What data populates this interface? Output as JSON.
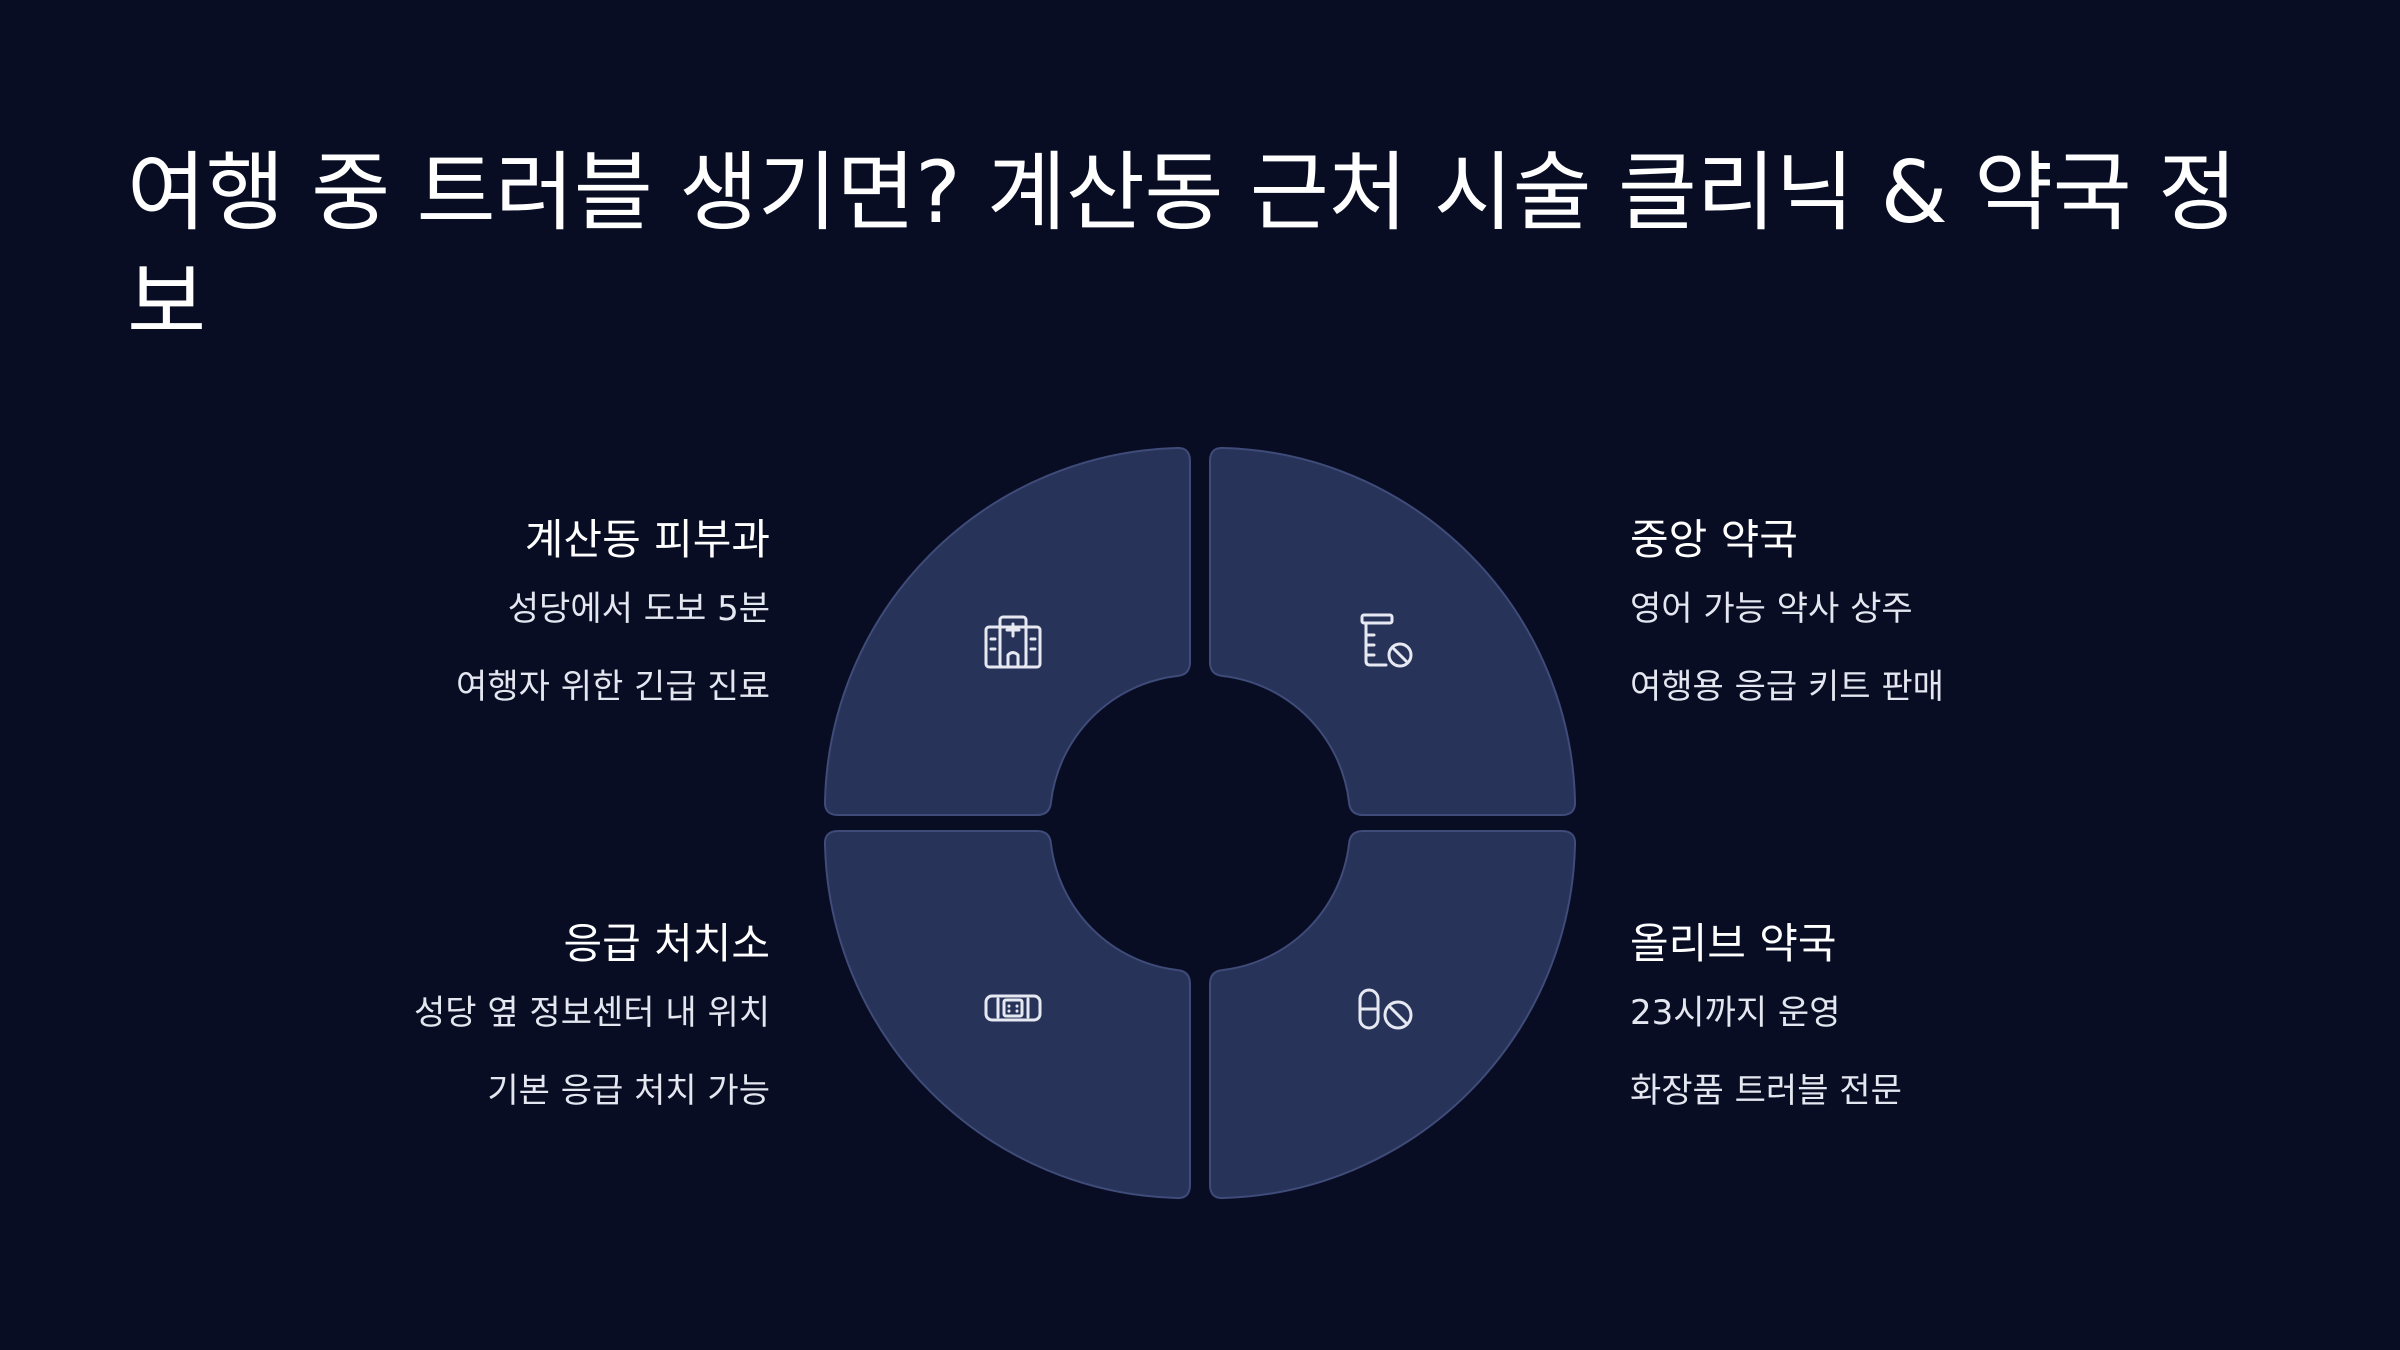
{
  "title": "여행 중 트러블 생기면? 계산동 근처 시술 클리닉 & 약국 정보",
  "colors": {
    "background": "#080d24",
    "segment": "#283359",
    "segment_border": "#3f4b78",
    "text": "#ffffff"
  },
  "items": [
    {
      "position": "top-left",
      "icon": "hospital-icon",
      "heading": "계산동 피부과",
      "lines": [
        "성당에서 도보 5분",
        "여행자 위한 긴급 진료"
      ]
    },
    {
      "position": "top-right",
      "icon": "medicine-bottle-icon",
      "heading": "중앙 약국",
      "lines": [
        "영어 가능 약사 상주",
        "여행용 응급 키트 판매"
      ]
    },
    {
      "position": "bottom-left",
      "icon": "bandage-icon",
      "heading": "응급 처치소",
      "lines": [
        "성당 옆 정보센터 내 위치",
        "기본 응급 처치 가능"
      ]
    },
    {
      "position": "bottom-right",
      "icon": "pills-icon",
      "heading": "올리브 약국",
      "lines": [
        "23시까지 운영",
        "화장품 트러블 전문"
      ]
    }
  ]
}
